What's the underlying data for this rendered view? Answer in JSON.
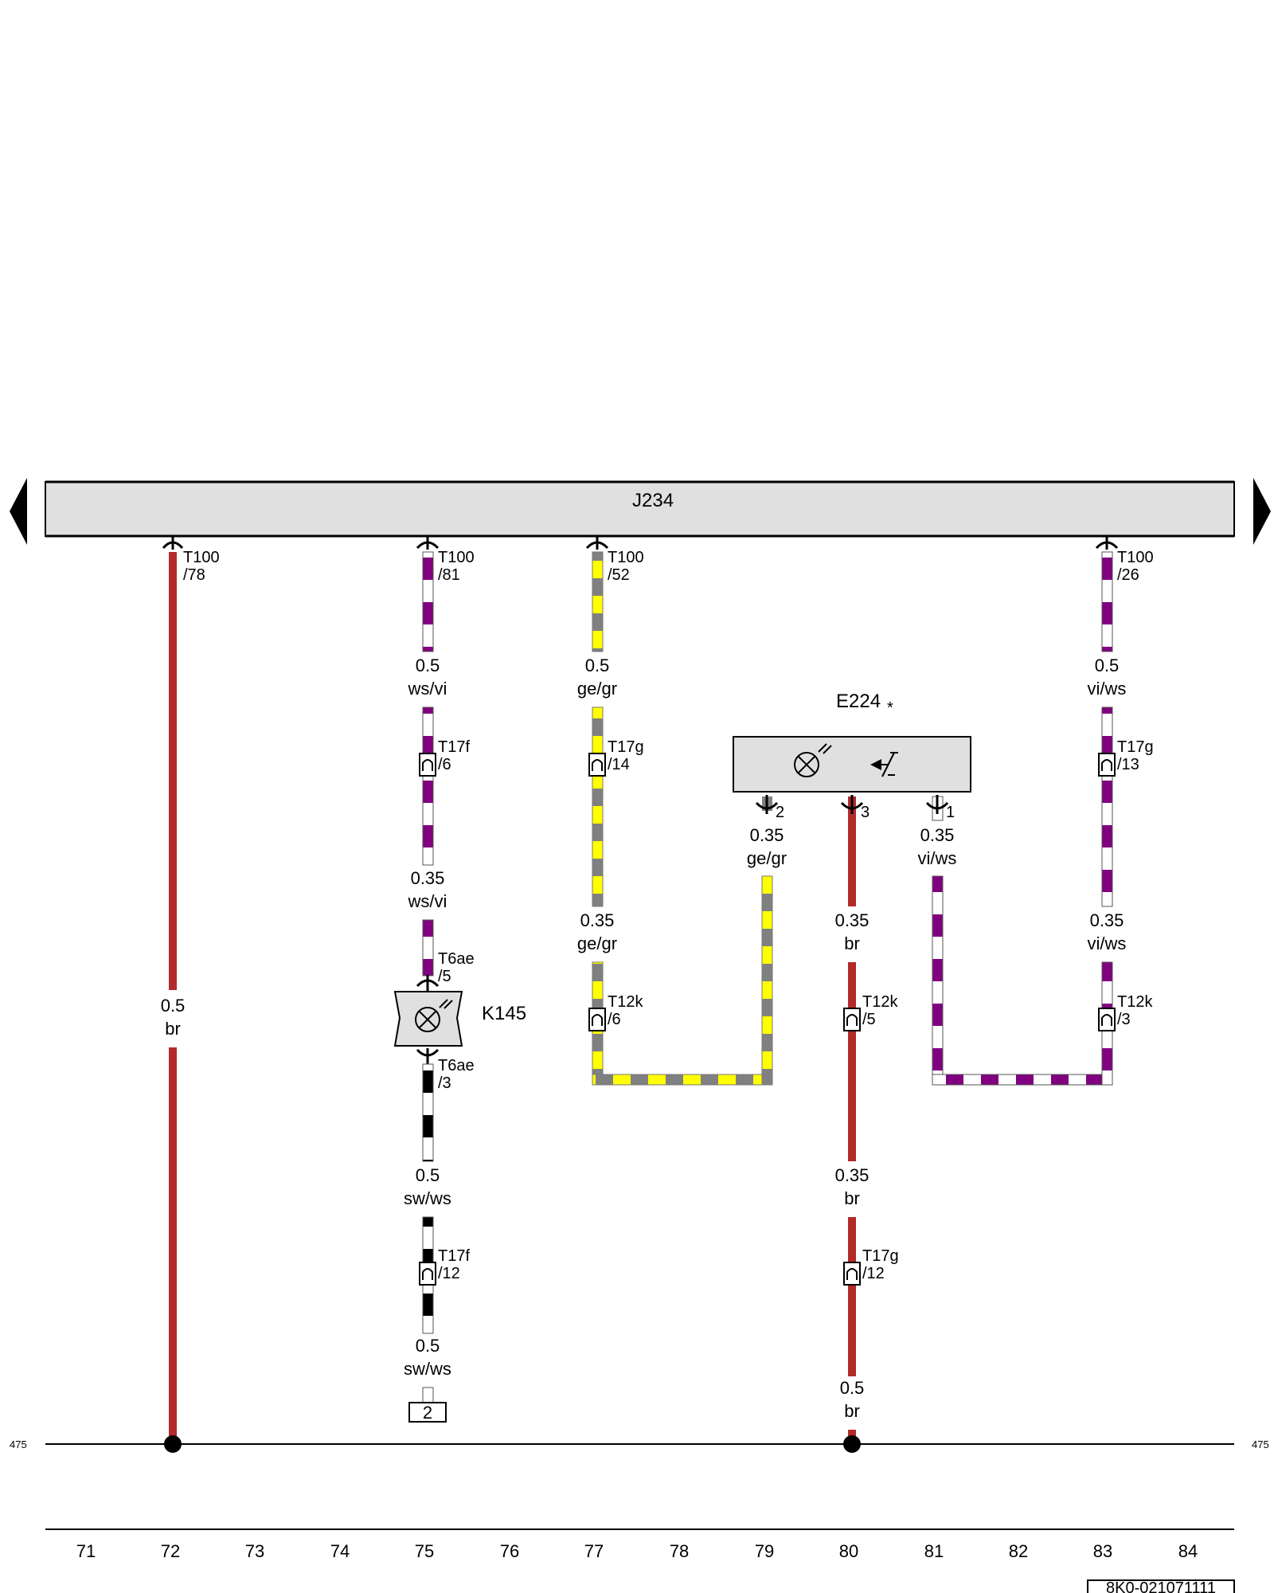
{
  "colors": {
    "br": "#b22a2a",
    "ws": "#ffffff",
    "vi": "#800080",
    "ge": "#ffff00",
    "gr": "#808080",
    "sw": "#000000",
    "component_fill": "#e0e0e0"
  },
  "control_unit": {
    "name": "J234"
  },
  "switch_component": {
    "name": "E224",
    "marker": "*"
  },
  "lamp_component": {
    "name": "K145"
  },
  "connectors": {
    "t100_78": {
      "line1": "T100",
      "line2": "/78"
    },
    "t100_81": {
      "line1": "T100",
      "line2": "/81"
    },
    "t100_52": {
      "line1": "T100",
      "line2": "/52"
    },
    "t100_26": {
      "line1": "T100",
      "line2": "/26"
    },
    "t17f_6": {
      "line1": "T17f",
      "line2": "/6"
    },
    "t17g_14": {
      "line1": "T17g",
      "line2": "/14"
    },
    "t17g_13": {
      "line1": "T17g",
      "line2": "/13"
    },
    "t6ae_5": {
      "line1": "T6ae",
      "line2": "/5"
    },
    "t6ae_3": {
      "line1": "T6ae",
      "line2": "/3"
    },
    "t12k_6": {
      "line1": "T12k",
      "line2": "/6"
    },
    "t12k_5": {
      "line1": "T12k",
      "line2": "/5"
    },
    "t12k_3": {
      "line1": "T12k",
      "line2": "/3"
    },
    "t17f_12": {
      "line1": "T17f",
      "line2": "/12"
    },
    "t17g_12": {
      "line1": "T17g",
      "line2": "/12"
    },
    "e224_pin2": "2",
    "e224_pin3": "3",
    "e224_pin1": "1"
  },
  "wire_labels": {
    "w72": {
      "size": "0.5",
      "color": "br"
    },
    "w75a": {
      "size": "0.5",
      "color": "ws/vi"
    },
    "w75b": {
      "size": "0.35",
      "color": "ws/vi"
    },
    "w75c": {
      "size": "0.5",
      "color": "sw/ws"
    },
    "w75d": {
      "size": "0.5",
      "color": "sw/ws"
    },
    "w77a": {
      "size": "0.5",
      "color": "ge/gr"
    },
    "w77b": {
      "size": "0.35",
      "color": "ge/gr"
    },
    "w79": {
      "size": "0.35",
      "color": "ge/gr"
    },
    "w80a": {
      "size": "0.35",
      "color": "br"
    },
    "w80b": {
      "size": "0.35",
      "color": "br"
    },
    "w80c": {
      "size": "0.5",
      "color": "br"
    },
    "w81": {
      "size": "0.35",
      "color": "vi/ws"
    },
    "w83a": {
      "size": "0.5",
      "color": "vi/ws"
    },
    "w83b": {
      "size": "0.35",
      "color": "vi/ws"
    }
  },
  "ref_box": "2",
  "ground": {
    "left": "475",
    "right": "475"
  },
  "grid_numbers": [
    "71",
    "72",
    "73",
    "74",
    "75",
    "76",
    "77",
    "78",
    "79",
    "80",
    "81",
    "82",
    "83",
    "84"
  ],
  "drawing_number": "8K0-021071111"
}
